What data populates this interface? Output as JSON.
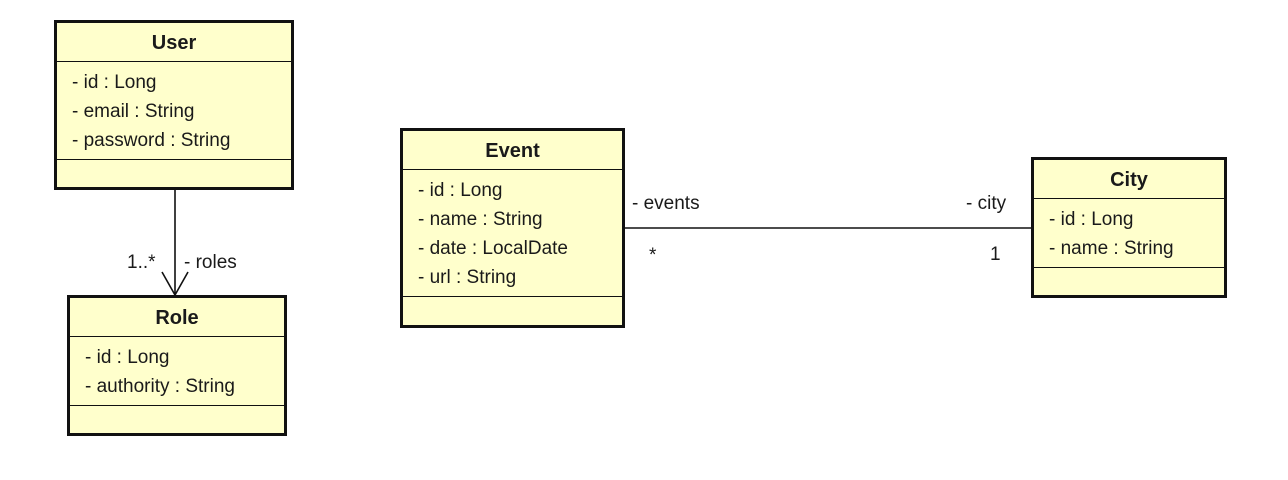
{
  "classes": {
    "user": {
      "name": "User",
      "attributes": [
        "- id : Long",
        "- email : String",
        "- password : String"
      ]
    },
    "role": {
      "name": "Role",
      "attributes": [
        "- id : Long",
        "- authority : String"
      ]
    },
    "event": {
      "name": "Event",
      "attributes": [
        "- id : Long",
        "- name : String",
        "- date : LocalDate",
        "- url : String"
      ]
    },
    "city": {
      "name": "City",
      "attributes": [
        "- id : Long",
        "- name : String"
      ]
    }
  },
  "associations": {
    "user_role": {
      "role_name": "- roles",
      "multiplicity": "1..*",
      "navigable": "to Role"
    },
    "event_city": {
      "source_role": "- events",
      "source_multiplicity": "*",
      "target_role": "- city",
      "target_multiplicity": "1"
    }
  },
  "colors": {
    "class_fill": "#ffffcc",
    "border": "#111111"
  }
}
